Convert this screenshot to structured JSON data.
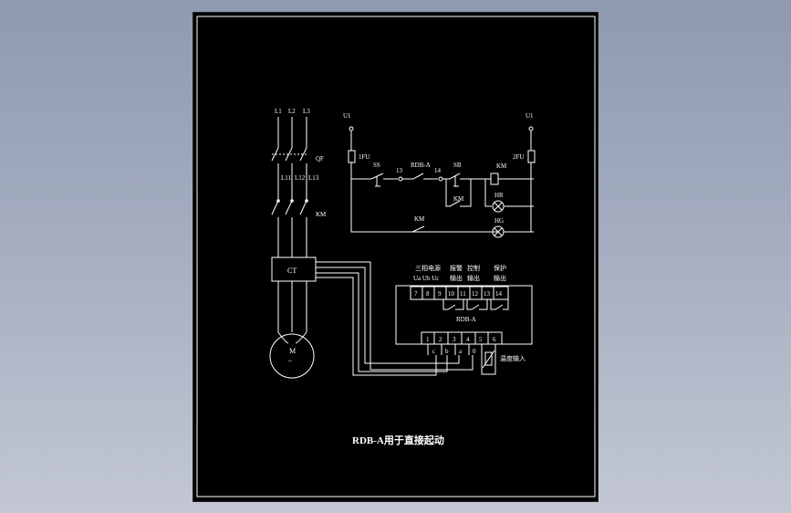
{
  "drawing": {
    "title": "RDB-A用于直接起动",
    "power": {
      "phases": [
        "L1",
        "L2",
        "L3"
      ],
      "breaker_poles": [
        "L11",
        "L12",
        "L13"
      ],
      "breaker_label": "QF",
      "contactor_label": "KM",
      "ct_label": "CT",
      "motor_label": "M",
      "motor_symbol": "~"
    },
    "control": {
      "supply_left": "U1",
      "supply_right": "U1",
      "fuse1": "1FU",
      "fuse2": "2FU",
      "stop_label": "SS",
      "node13": "13",
      "relay_label": "RDB-A",
      "node14": "14",
      "start_label": "SB",
      "hold_label": "KM",
      "coil_label": "KM",
      "lamp1_label": "HR",
      "lamp2_label": "HG",
      "aux_label": "KM"
    },
    "module": {
      "group_labels": [
        "三相电源",
        "报警",
        "控制",
        "保护"
      ],
      "group_sub": [
        "Ua  Ub  Uc",
        "输出",
        "输出",
        "输出"
      ],
      "top_terminals": [
        "7",
        "8",
        "9",
        "10",
        "11",
        "12",
        "13",
        "14"
      ],
      "name": "RDB-A",
      "bottom_terminals": [
        "1",
        "2",
        "3",
        "4",
        "5",
        "6"
      ],
      "ct_phase_marks": [
        "c",
        "b",
        "a",
        "0"
      ],
      "sensor_label": "温度输入"
    }
  }
}
